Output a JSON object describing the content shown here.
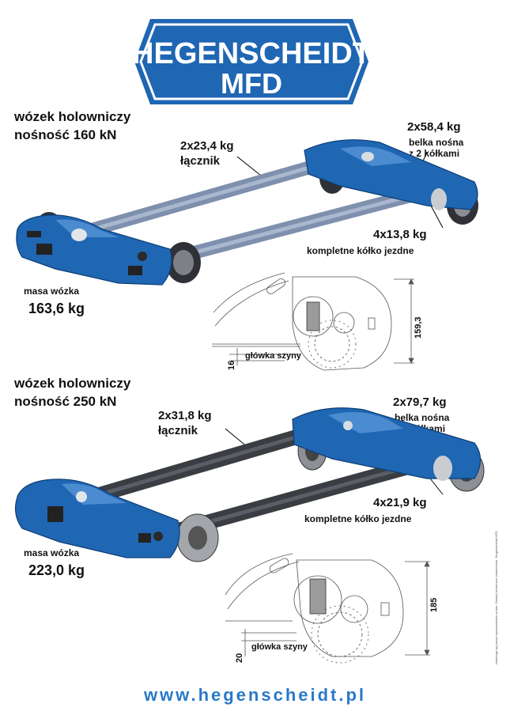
{
  "logo": {
    "line1": "HEGENSCHEIDT",
    "line2": "MFD",
    "color": "#1f66b3"
  },
  "trolley_160": {
    "title": "wózek holowniczy",
    "capacity": "nośność 160 kN",
    "connector_weight": "2x23,4 kg",
    "connector_name": "łącznik",
    "beam_weight": "2x58,4 kg",
    "beam_name_line1": "belka nośna",
    "beam_name_line2": "z 2 kółkami",
    "wheel_weight": "4x13,8 kg",
    "wheel_name": "kompletne kółko jezdne",
    "mass_label": "masa wózka",
    "mass_value": "163,6 kg",
    "dim_height": "159,3",
    "dim_rail": "16",
    "rail_label": "główka szyny"
  },
  "trolley_250": {
    "title": "wózek holowniczy",
    "capacity": "nośność 250 kN",
    "connector_weight": "2x31,8 kg",
    "connector_name": "łącznik",
    "beam_weight": "2x79,7 kg",
    "beam_name_line1": "belka nośna",
    "beam_name_line2": "z 2 kółkami",
    "wheel_weight": "4x21,9 kg",
    "wheel_name": "kompletne kółko jezdne",
    "mass_label": "masa wózka",
    "mass_value": "223,0 kg",
    "dim_height": "185",
    "dim_rail": "20",
    "rail_label": "główka szyny"
  },
  "footer": {
    "website": "www.hegenscheidt.pl",
    "side_note": "zastrzega się prawo wprowadzania zmian. Zmiany techniczne zastrzeżone. Hegenscheidt-MFD"
  },
  "colors": {
    "blue": "#1f66b3",
    "url_blue": "#2a79c9",
    "tube_grey_blue": "#7e90ad",
    "tube_dark": "#3a3d42"
  }
}
